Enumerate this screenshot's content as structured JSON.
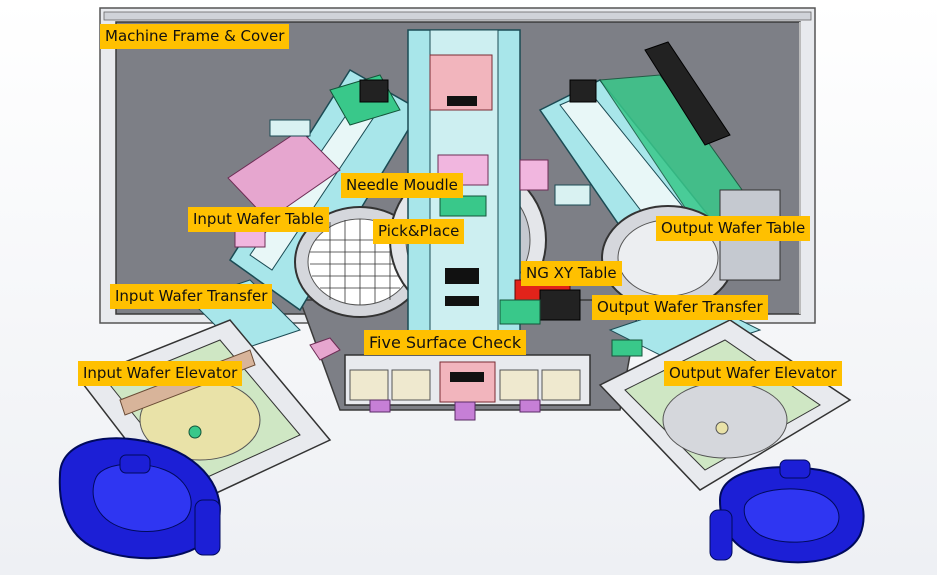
{
  "labels": {
    "machine_frame": "Machine Frame & Cover",
    "needle_module": "Needle Moudle",
    "input_wafer_table": "Input Wafer Table",
    "pick_place": "Pick&Place",
    "output_wafer_table": "Output Wafer Table",
    "ng_xy_table": "NG XY Table",
    "input_wafer_transfer": "Input Wafer Transfer",
    "output_wafer_transfer": "Output Wafer Transfer",
    "five_surface_check": "Five Surface Check",
    "input_wafer_elevator": "Input Wafer Elevator",
    "output_wafer_elevator": "Output Wafer Elevator"
  },
  "colors": {
    "label_bg": "#ffc000",
    "frame_gray": "#7d7f86",
    "frame_border": "#c9ccd3",
    "elevator_blue": "#1c1fd6",
    "module_cyan": "#a8e6ea",
    "module_green": "#39c88a",
    "pink": "#e6a6cf",
    "red": "#e2231a",
    "wafer_silver": "#d5d7dc"
  }
}
